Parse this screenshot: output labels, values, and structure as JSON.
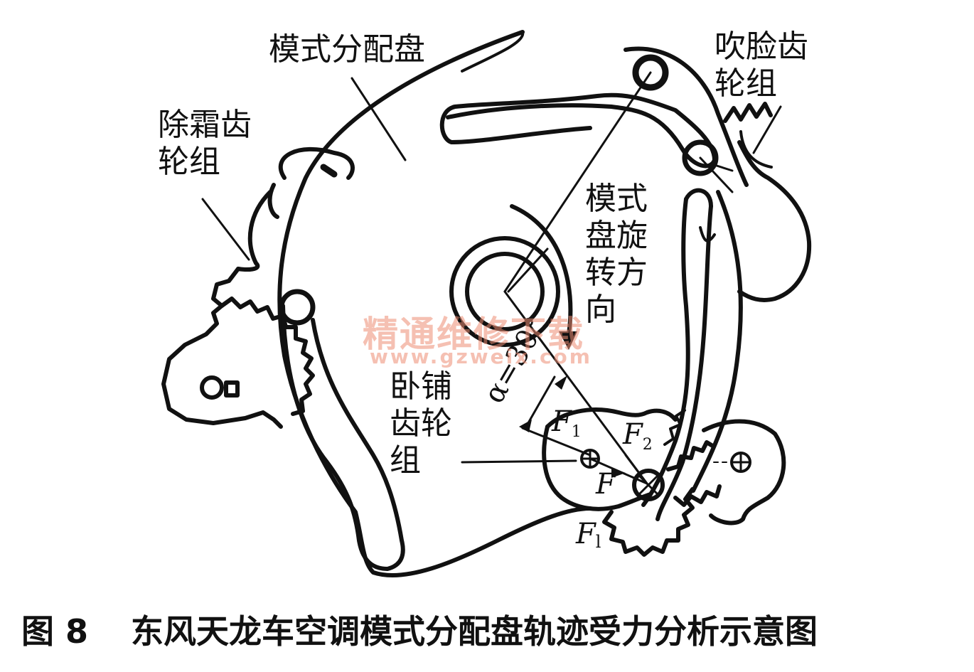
{
  "labels": {
    "mode_disc": "模式分配盘",
    "defrost_gear": "除霜齿\n轮组",
    "face_gear": "吹脸齿\n轮组",
    "rotation_dir": "模式\n盘旋\n转方\n向",
    "prone_gear": "卧铺\n齿轮\n组"
  },
  "math": {
    "alpha": "α=30°",
    "F1_sym": "F",
    "F1_sub": "1",
    "F2_sym": "F",
    "F2_sub": "2",
    "F": "F",
    "Fl_sym": "F",
    "Fl_sub": "l"
  },
  "watermark": {
    "cn": "精通维修下载",
    "url": "www.gzweix.com"
  },
  "caption": {
    "figure": "图 8",
    "text": "东风天龙车空调模式分配盘轨迹受力分析示意图"
  }
}
